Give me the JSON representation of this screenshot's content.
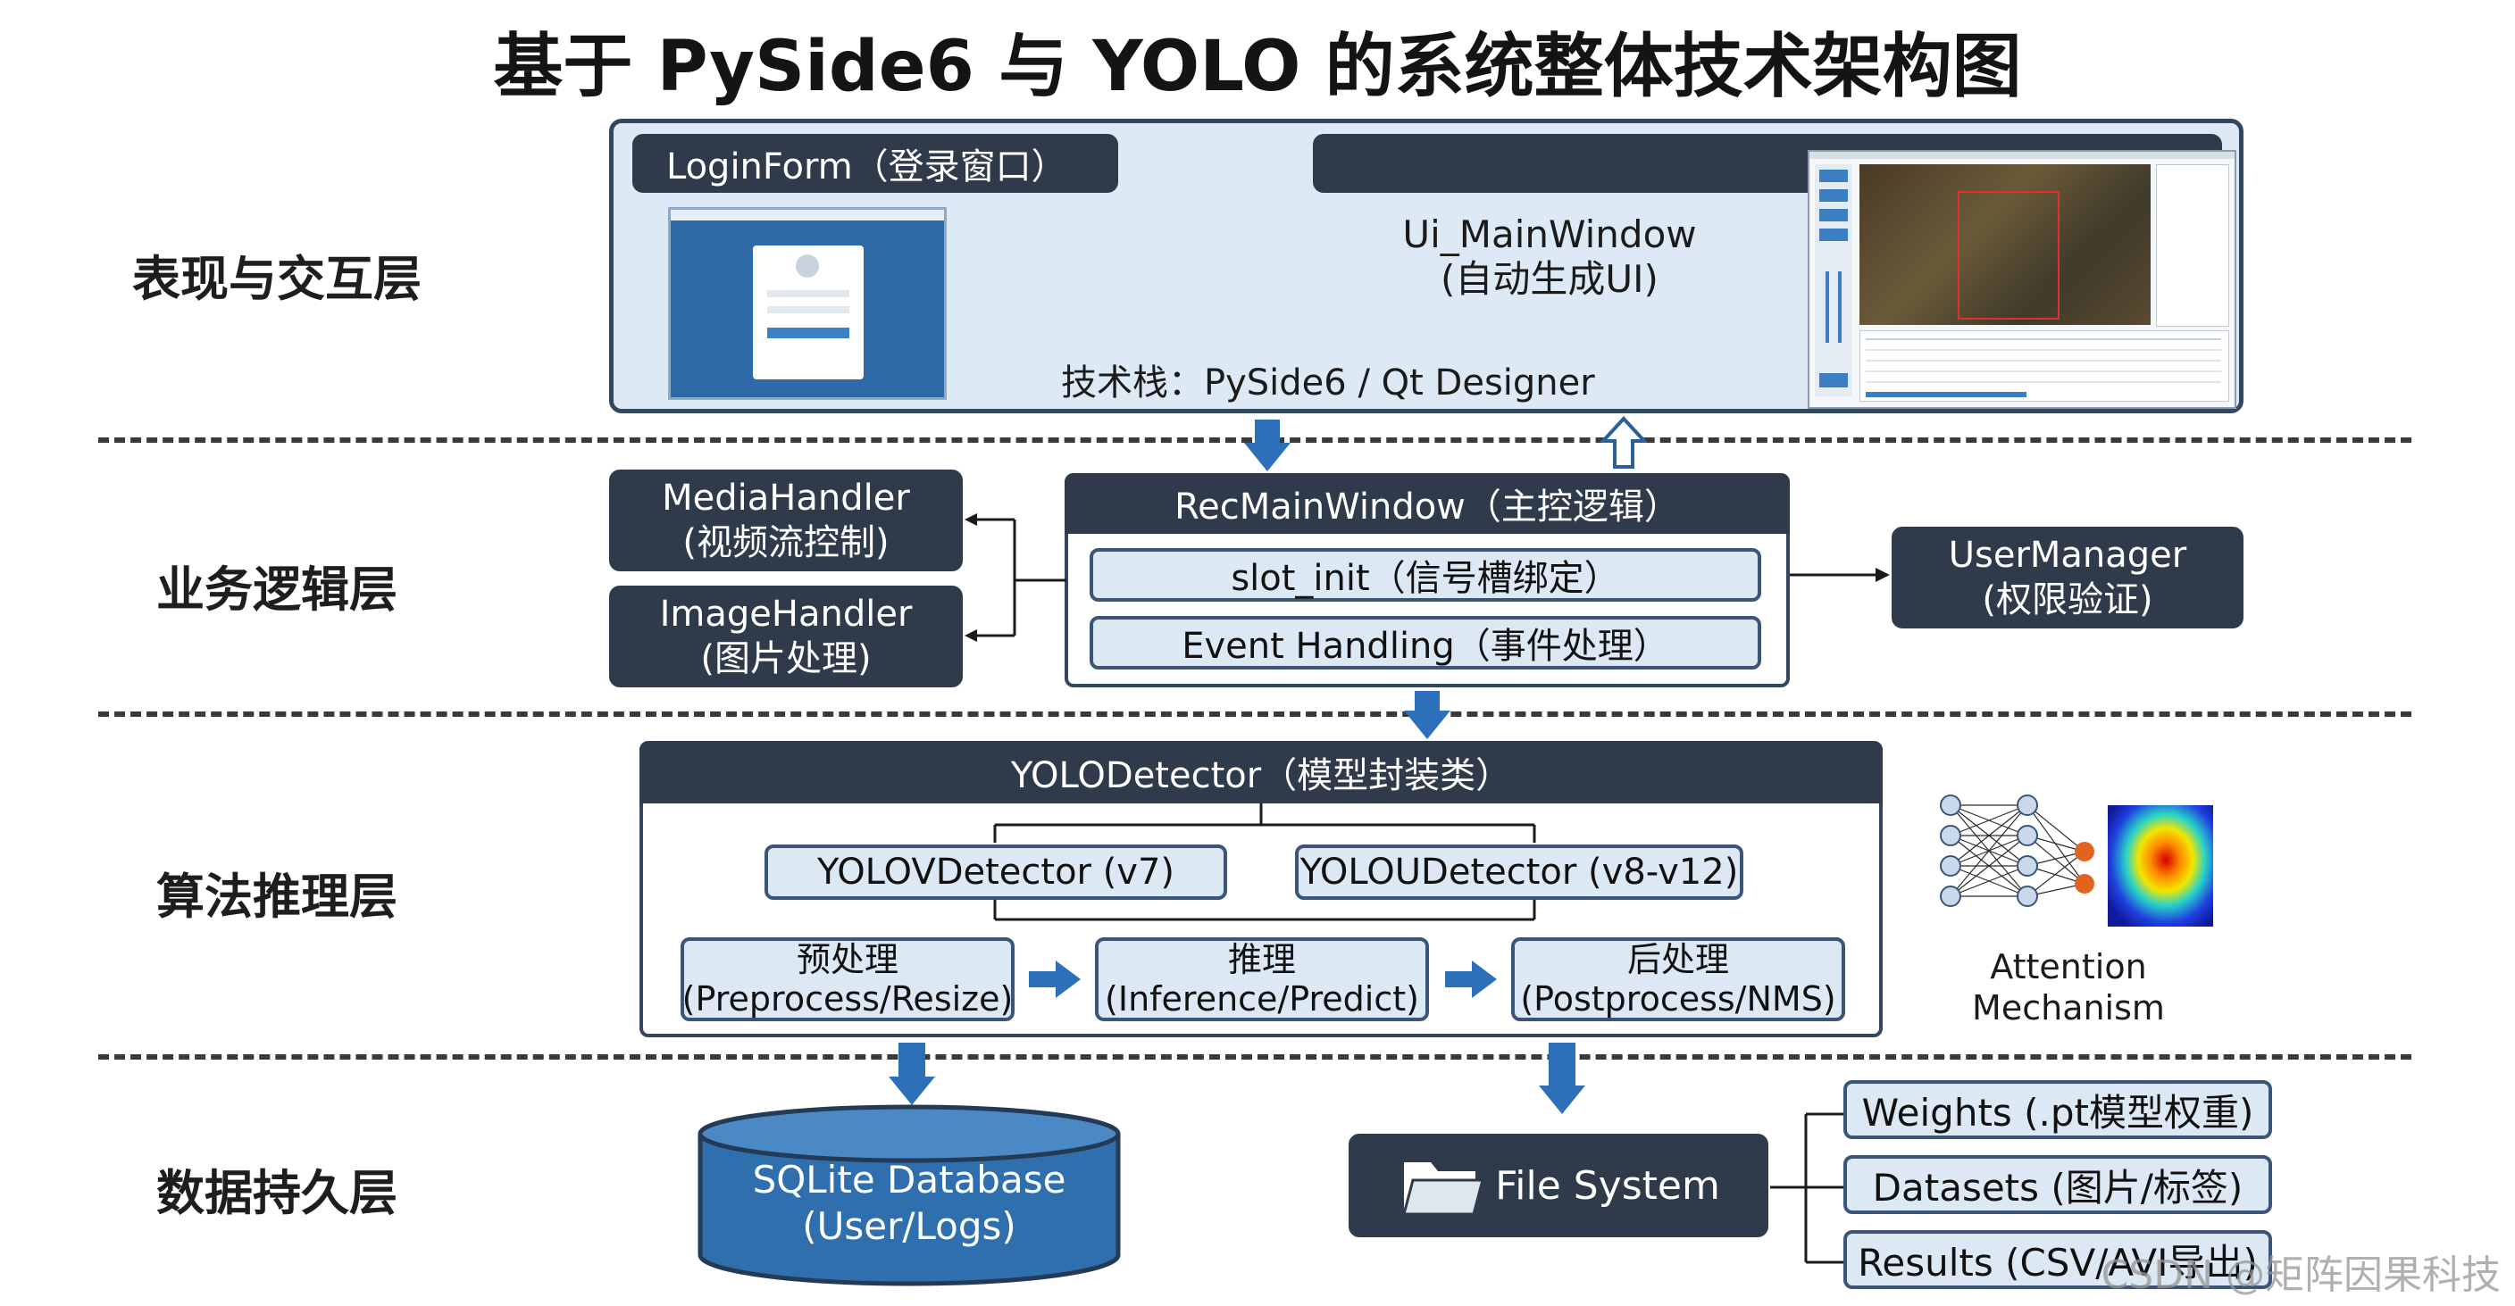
{
  "title": "基于 PySide6 与 YOLO 的系统整体技术架构图",
  "layers": {
    "presentation": "表现与交互层",
    "business": "业务逻辑层",
    "algorithm": "算法推理层",
    "persistence": "数据持久层"
  },
  "presentation": {
    "login_form": "LoginForm（登录窗口）",
    "main_window": "Ui_MainWindow\n(自动生成UI)",
    "tech_stack": "技术栈：PySide6 / Qt Designer"
  },
  "business": {
    "media_handler": "MediaHandler\n(视频流控制)",
    "image_handler": "ImageHandler\n(图片处理)",
    "rec_main_window": "RecMainWindow（主控逻辑）",
    "slot_init": "slot_init（信号槽绑定）",
    "event_handling": "Event Handling（事件处理）",
    "user_manager": "UserManager\n(权限验证)"
  },
  "algorithm": {
    "yolo_detector": "YOLODetector（模型封装类）",
    "v7": "YOLOVDetector (v7)",
    "v8": "YOLOUDetector (v8-v12)",
    "preprocess": "预处理\n(Preprocess/Resize)",
    "inference": "推理\n(Inference/Predict)",
    "postprocess": "后处理\n(Postprocess/NMS)",
    "attention": "Attention\nMechanism"
  },
  "persistence": {
    "sqlite": "SQLite Database\n(User/Logs)",
    "file_system": "File System",
    "weights": "Weights (.pt模型权重)",
    "datasets": "Datasets (图片/标签)",
    "results": "Results (CSV/AVI导出)"
  },
  "watermark": "CSDN @矩阵因果科技",
  "colors": {
    "dark_box": "#2f3b4b",
    "light_box": "#dce8f4",
    "arrow_blue": "#2d6fb8",
    "database_blue": "#2f6fae"
  }
}
